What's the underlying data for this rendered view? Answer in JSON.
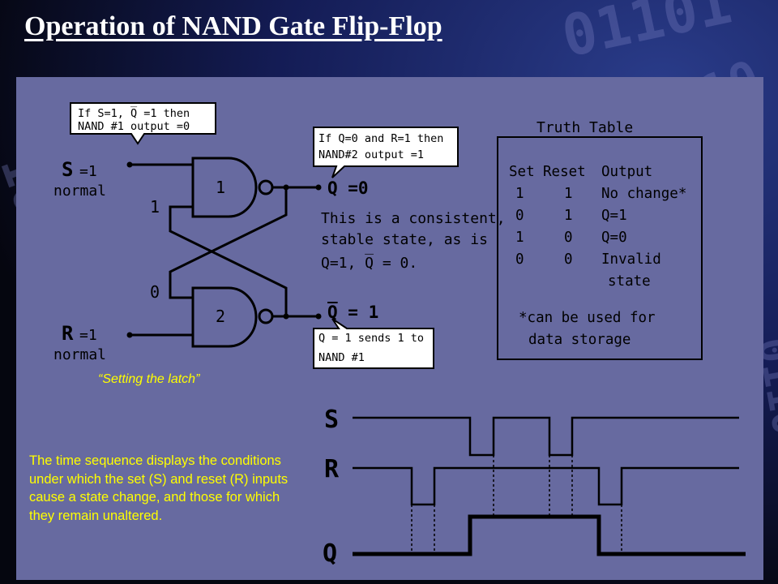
{
  "slide": {
    "title": "Operation of NAND Gate Flip-Flop",
    "caption": "“Setting the latch”",
    "description": "The time sequence displays the conditions under which the set (S) and reset (R) inputs cause a state change, and those for which they remain unaltered."
  },
  "circuit": {
    "callout_top_left": [
      "If S=1, Q̅ =1 then",
      "NAND #1 output =0"
    ],
    "callout_top_right": [
      "If Q=0 and R=1 then",
      "NAND#2 output =1"
    ],
    "callout_bottom_right": [
      "Q = 1 sends 1 to",
      "NAND #1"
    ],
    "s_label": "S",
    "s_value": "=1",
    "s_note": "normal",
    "r_label": "R",
    "r_value": "=1",
    "r_note": "normal",
    "gate1_label": "1",
    "gate2_label": "2",
    "cross_signal_top": "1",
    "cross_signal_bottom": "0",
    "q_output": "Q =0",
    "qbar_output": "Q̅ = 1",
    "state_note": [
      "This is a consistent,",
      "stable state, as is",
      "Q=1, Q̅ = 0."
    ]
  },
  "truth_table": {
    "title": "Truth Table",
    "headers": [
      "Set",
      "Reset",
      "Output"
    ],
    "rows": [
      [
        "1",
        "1",
        "No change*"
      ],
      [
        "0",
        "1",
        "Q=1"
      ],
      [
        "1",
        "0",
        "Q=0"
      ],
      [
        "0",
        "0",
        "Invalid"
      ]
    ],
    "row_continuation": "state",
    "footnote": [
      "*can be used for",
      "data storage"
    ]
  },
  "timing": {
    "labels": [
      "S",
      "R",
      "Q"
    ],
    "s_levels": [
      1,
      0,
      1,
      0,
      1
    ],
    "r_levels": [
      1,
      0,
      1,
      0,
      1
    ],
    "q_levels": [
      0,
      1,
      0
    ]
  },
  "colors": {
    "panel": "#676aa0",
    "text_highlight": "#ffff00",
    "title": "#ffffff",
    "background": "#000000"
  }
}
